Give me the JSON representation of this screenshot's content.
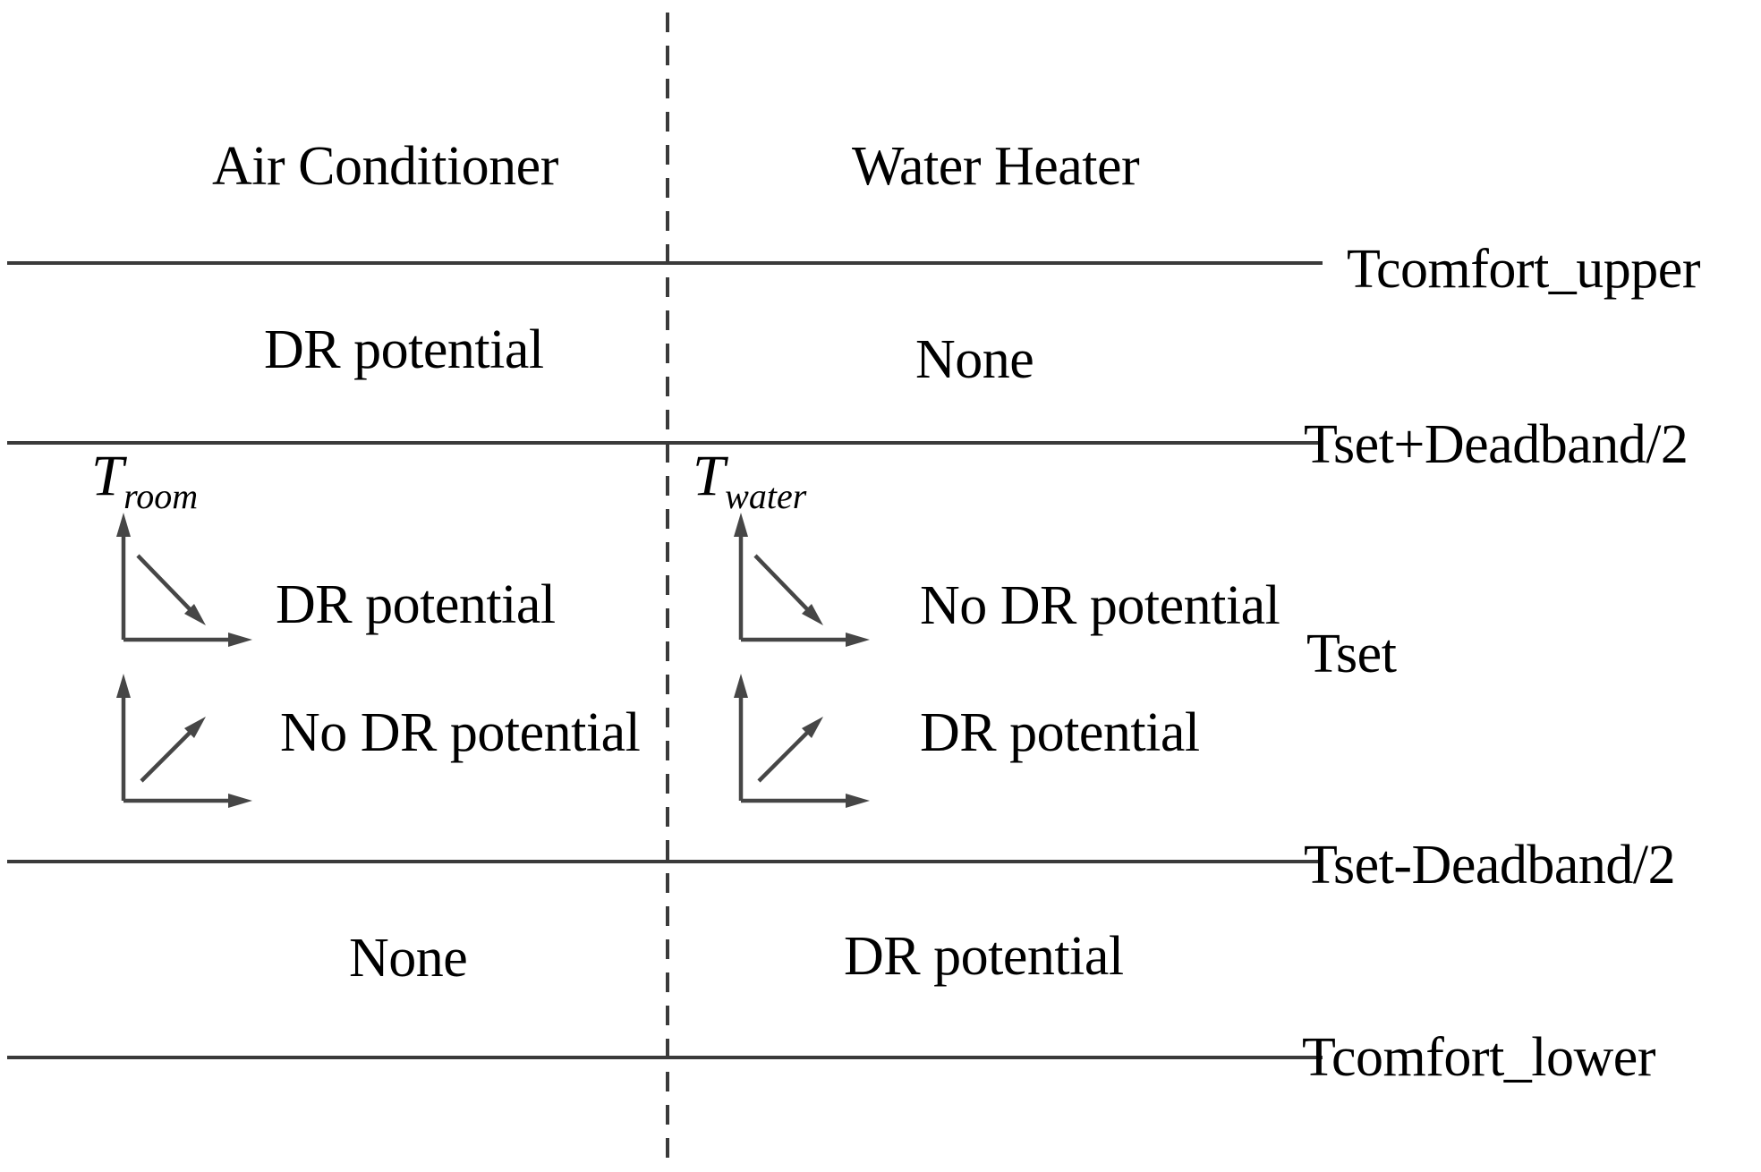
{
  "figure": {
    "title_ac": "Air Conditioner",
    "title_wh": "Water Heater",
    "upper": {
      "ac": "DR potential",
      "wh": "None"
    },
    "middle": {
      "ac_temp": {
        "base": "T",
        "sub": "room"
      },
      "wh_temp": {
        "base": "T",
        "sub": "water"
      },
      "ac_falling": "DR potential",
      "ac_rising": "No DR potential",
      "wh_falling": "No DR potential",
      "wh_rising": "DR potential"
    },
    "lower": {
      "ac": "None",
      "wh": "DR potential"
    },
    "thresholds": {
      "comfort_upper": "Tcomfort_upper",
      "set_plus": "Tset+Deadband/2",
      "set": "Tset",
      "set_minus": "Tset-Deadband/2",
      "comfort_lower": "Tcomfort_lower"
    },
    "icons": {
      "falling": "temp-falling-trend-axis-icon",
      "rising": "temp-rising-trend-axis-icon"
    },
    "colors": {
      "text": "#000000",
      "line": "#3a3a3a",
      "arrow": "#464646",
      "background": "#ffffff"
    }
  }
}
